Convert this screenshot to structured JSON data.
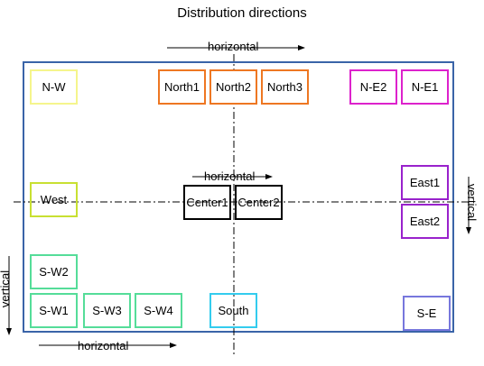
{
  "title": "Distribution directions",
  "labels": {
    "horizontal_top": "horizontal",
    "horizontal_center": "horizontal",
    "horizontal_bottom": "horizontal",
    "vertical_right": "vertical",
    "vertical_left": "vertical"
  },
  "boxes": {
    "nw": "N-W",
    "north1": "North1",
    "north2": "North2",
    "north3": "North3",
    "ne2": "N-E2",
    "ne1": "N-E1",
    "west": "West",
    "center1": "Center1",
    "center2": "Center2",
    "east1": "East1",
    "east2": "East2",
    "sw2": "S-W2",
    "sw1": "S-W1",
    "sw3": "S-W3",
    "sw4": "S-W4",
    "south": "South",
    "se": "S-E"
  },
  "colors": {
    "frame": "#3a64a8",
    "nw": "#f5f58c",
    "north": "#ee7722",
    "ne": "#dd22cc",
    "west": "#c8e032",
    "center": "#000000",
    "east": "#9922cc",
    "sw": "#55dd99",
    "south": "#33ccee",
    "se": "#7777dd"
  }
}
